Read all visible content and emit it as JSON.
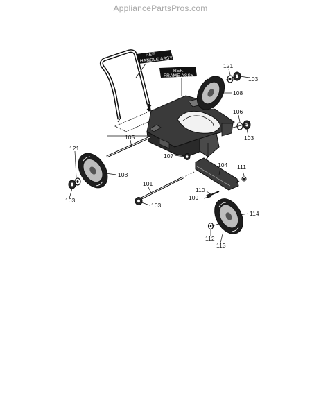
{
  "site": {
    "watermark": "AppliancePartsPros.com"
  },
  "refs": {
    "handle": {
      "line1": "REF.",
      "line2": "HANDLE ASSY."
    },
    "frame": {
      "line1": "REF.",
      "line2": "FRAME ASSY."
    }
  },
  "labels": {
    "p121_top": "121",
    "p103_top": "103",
    "p108_top": "108",
    "p106": "106",
    "p103_mid": "103",
    "p105": "105",
    "p107": "107",
    "p104": "104",
    "p111": "111",
    "p121_left": "121",
    "p108_left": "108",
    "p103_left": "103",
    "p101": "101",
    "p103_bottom": "103",
    "p110": "110",
    "p109": "109",
    "p114": "114",
    "p112": "112",
    "p113": "113"
  }
}
